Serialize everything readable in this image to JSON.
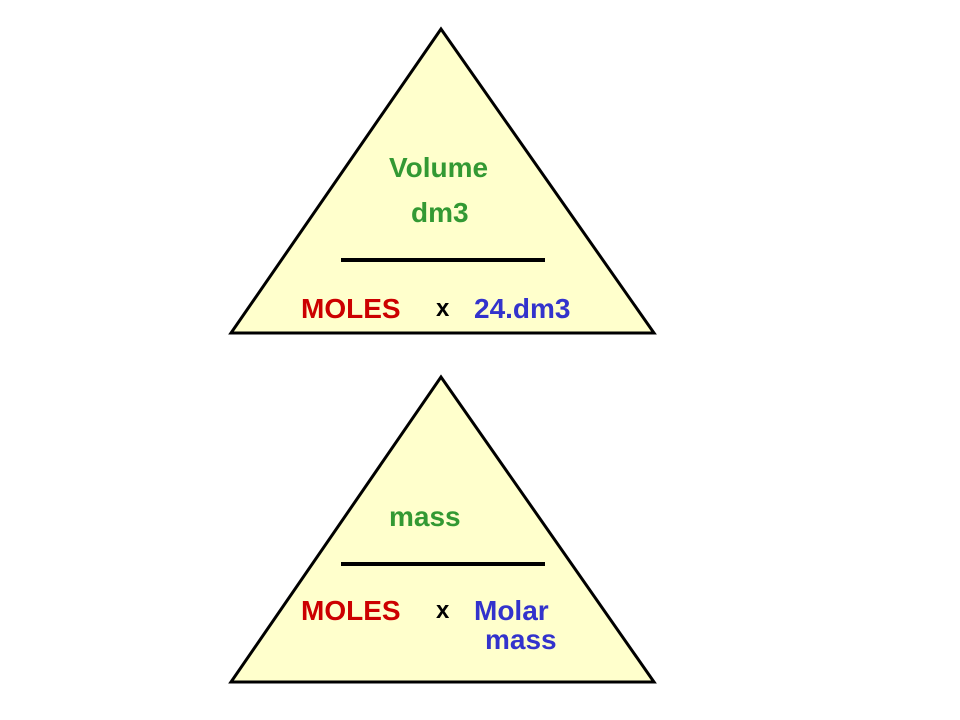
{
  "colors": {
    "fill": "#ffffcc",
    "outline": "#000000",
    "green": "#339933",
    "red": "#cc0000",
    "blue": "#3333cc",
    "black": "#000000"
  },
  "triangle_top": {
    "numerator_line1": "Volume",
    "numerator_line2": "dm3",
    "denominator_left": "MOLES",
    "operator": "x",
    "denominator_right": "24.dm3"
  },
  "triangle_bottom": {
    "numerator": "mass",
    "denominator_left": "MOLES",
    "operator": "x",
    "denominator_right_line1": "Molar",
    "denominator_right_line2": "mass"
  }
}
